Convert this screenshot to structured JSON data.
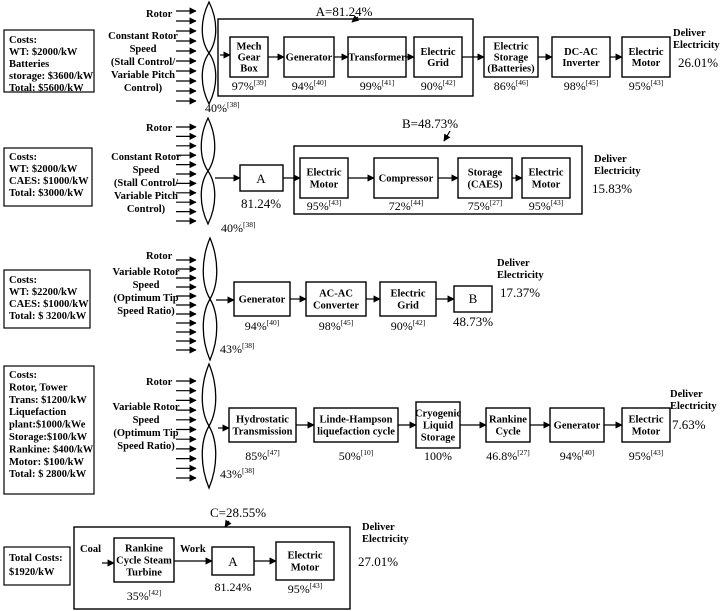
{
  "rows": [
    {
      "costs": [
        "Costs:",
        "WT: $2000/kW",
        "Batteries",
        "storage: $3600/kW",
        "Total: $5600/kW"
      ],
      "rotor": "Rotor",
      "mode": [
        "Constant Rotor",
        "Speed",
        "(Stall Control/",
        "Variable Pitch",
        "Control)"
      ],
      "turbine_pct": "40%",
      "turbine_ref": "[38]",
      "group_label": "A=81.24%",
      "stages": [
        {
          "name": [
            "Mech",
            "Gear",
            "Box"
          ],
          "pct": "97%",
          "ref": "[39]"
        },
        {
          "name": [
            "Generator"
          ],
          "pct": "94%",
          "ref": "[40]"
        },
        {
          "name": [
            "Transformer"
          ],
          "pct": "99%",
          "ref": "[41]"
        },
        {
          "name": [
            "Electric",
            "Grid"
          ],
          "pct": "90%",
          "ref": "[42]"
        },
        {
          "name": [
            "Electric",
            "Storage",
            "(Batteries)"
          ],
          "pct": "86%",
          "ref": "[46]"
        },
        {
          "name": [
            "DC-AC",
            "Inverter"
          ],
          "pct": "98%",
          "ref": "[45]"
        },
        {
          "name": [
            "Electric",
            "Motor"
          ],
          "pct": "95%",
          "ref": "[43]"
        }
      ],
      "deliver": [
        "Deliver",
        "Electricity"
      ],
      "total": "26.01%"
    },
    {
      "costs": [
        "Costs:",
        "WT: $2000/kW",
        "CAES: $1000/kW",
        "Total: $3000/kW"
      ],
      "rotor": "Rotor",
      "mode": [
        "Constant Rotor",
        "Speed",
        "(Stall Control/",
        "Variable Pitch",
        "Control)"
      ],
      "turbine_pct": "40%",
      "turbine_ref": "[38]",
      "a_block": {
        "name": "A",
        "pct": "81.24%"
      },
      "group_label": "B=48.73%",
      "stages": [
        {
          "name": [
            "Electric",
            "Motor"
          ],
          "pct": "95%",
          "ref": "[43]"
        },
        {
          "name": [
            "Compressor"
          ],
          "pct": "72%",
          "ref": "[44]"
        },
        {
          "name": [
            "Storage",
            "(CAES)"
          ],
          "pct": "75%",
          "ref": "[27]"
        },
        {
          "name": [
            "Electric",
            "Motor"
          ],
          "pct": "95%",
          "ref": "[43]"
        }
      ],
      "deliver": [
        "Deliver",
        "Electricity"
      ],
      "total": "15.83%"
    },
    {
      "costs": [
        "Costs:",
        "WT: $2200/kW",
        "CAES: $1000/kW",
        "Total: $ 3200/kW"
      ],
      "rotor": "Rotor",
      "mode": [
        "Variable Rotor",
        "Speed",
        "(Optimum Tip",
        "Speed Ratio)"
      ],
      "turbine_pct": "43%",
      "turbine_ref": "[38]",
      "stages": [
        {
          "name": [
            "Generator"
          ],
          "pct": "94%",
          "ref": "[40]"
        },
        {
          "name": [
            "AC-AC",
            "Converter"
          ],
          "pct": "98%",
          "ref": "[45]"
        },
        {
          "name": [
            "Electric",
            "Grid"
          ],
          "pct": "90%",
          "ref": "[42]"
        }
      ],
      "b_block": {
        "name": "B",
        "pct": "48.73%"
      },
      "deliver": [
        "Deliver",
        "Electricity"
      ],
      "total": "17.37%"
    },
    {
      "costs": [
        "Costs:",
        "Rotor, Tower",
        "Trans: $1200/kW",
        "Liquefaction",
        "plant:$1000/kWe",
        "Storage:$100/kW",
        "Rankine: $400/kW",
        "Motor: $100/kW",
        "Total: $ 2800/kW"
      ],
      "rotor": "Rotor",
      "mode": [
        "Variable Rotor",
        "Speed",
        "(Optimum Tip",
        "Speed Ratio)"
      ],
      "turbine_pct": "43%",
      "turbine_ref": "[38]",
      "stages": [
        {
          "name": [
            "Hydrostatic",
            "Transmission"
          ],
          "pct": "85%",
          "ref": "[47]"
        },
        {
          "name": [
            "Linde-Hampson",
            "liquefaction cycle"
          ],
          "pct": "50%",
          "ref": "[10]"
        },
        {
          "name": [
            "Cryogenic",
            "Liquid",
            "Storage"
          ],
          "pct": "100%",
          "ref": ""
        },
        {
          "name": [
            "Rankine",
            "Cycle"
          ],
          "pct": "46.8%",
          "ref": "[27]"
        },
        {
          "name": [
            "Generator"
          ],
          "pct": "94%",
          "ref": "[40]"
        },
        {
          "name": [
            "Electric",
            "Motor"
          ],
          "pct": "95%",
          "ref": "[43]"
        }
      ],
      "deliver": [
        "Deliver",
        "Electricity"
      ],
      "total": "7.63%"
    },
    {
      "costs": [
        "Total Costs:",
        "$1920/kW"
      ],
      "group_label": "C=28.55%",
      "coal": "Coal",
      "work": "Work",
      "stages": [
        {
          "name": [
            "Rankine",
            "Cycle Steam",
            "Turbine"
          ],
          "pct": "35%",
          "ref": "[42]"
        },
        {
          "name": [
            "A"
          ],
          "pct": "81.24%",
          "ref": ""
        },
        {
          "name": [
            "Electric",
            "Motor"
          ],
          "pct": "95%",
          "ref": "[43]"
        }
      ],
      "deliver": [
        "Deliver",
        "Electricity"
      ],
      "total": "27.01%"
    }
  ]
}
